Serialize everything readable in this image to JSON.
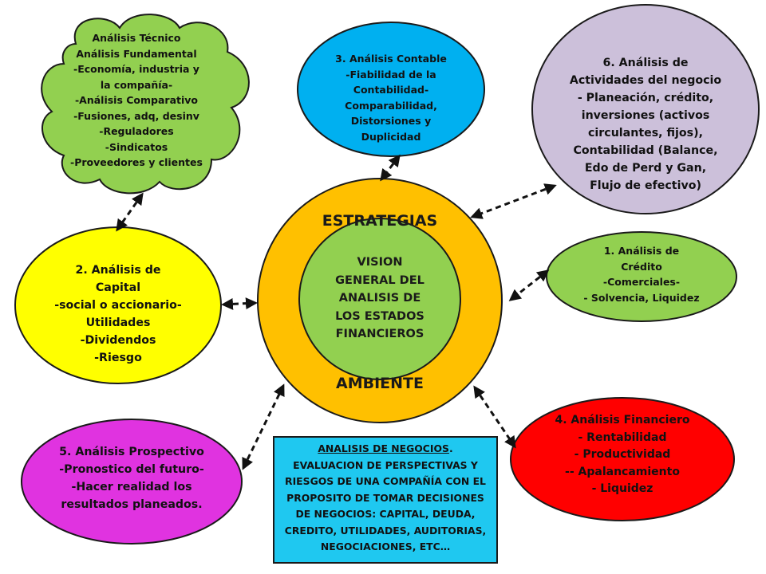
{
  "center": {
    "outer_top": "ESTRATEGIAS",
    "outer_bottom": "AMBIENTE",
    "inner": [
      "VISION",
      "GENERAL DEL",
      "ANALISIS  DE",
      "LOS ESTADOS",
      "FINANCIEROS"
    ]
  },
  "nodes": {
    "tecnico": [
      "Análisis Técnico",
      "Análisis  Fundamental",
      "-Economía,  industria  y",
      "la compañía-",
      "-Análisis  Comparativo",
      "-Fusiones, adq, desinv",
      "-Reguladores",
      "-Sindicatos",
      "-Proveedores y clientes"
    ],
    "contable": [
      "3. Análisis Contable",
      "-Fiabilidad de la",
      "Contabilidad-",
      "Comparabilidad,",
      "Distorsiones y",
      "Duplicidad"
    ],
    "actividades": [
      "6. Análisis de",
      "Actividades del negocio",
      "- Planeación, crédito,",
      "inversiones (activos",
      "circulantes, fijos),",
      "Contabilidad (Balance,",
      "Edo de Perd y Gan,",
      "Flujo de efectivo)"
    ],
    "capital": [
      "2. Análisis  de",
      "Capital",
      "-social o accionario-",
      "Utilidades",
      "-Dividendos",
      "-Riesgo"
    ],
    "credito": [
      "1. Análisis  de",
      "Crédito",
      "-Comerciales-",
      "- Solvencia,  Liquidez"
    ],
    "prospectivo": [
      "5. Análisis Prospectivo",
      "-Pronostico del futuro-",
      "-Hacer realidad los",
      "resultados planeados."
    ],
    "financiero": [
      "4. Análisis Financiero",
      "- Rentabilidad",
      "- Productividad",
      "-- Apalancamiento",
      "- Liquidez"
    ]
  },
  "negocios": {
    "title": "ANALISIS DE NEGOCIOS",
    "lines": [
      "EVALUACION DE PERSPECTIVAS Y",
      "RIESGOS DE UNA COMPAÑÍA  CON EL",
      "PROPOSITO DE TOMAR DECISIONES",
      "DE NEGOCIOS: CAPITAL,  DEUDA,",
      "CREDITO, UTILIDADES, AUDITORIAS,",
      "NEGOCIACIONES, ETC…"
    ]
  },
  "colors": {
    "tecnico": "#92d050",
    "contable": "#00b0f0",
    "actividades": "#ccc0da",
    "capital": "#ffff00",
    "credito": "#92d050",
    "prospectivo": "#e033e0",
    "financiero": "#ff0000",
    "outer_ring": "#ffc000",
    "inner_circle": "#92d050",
    "box": "#1fc8f0"
  }
}
